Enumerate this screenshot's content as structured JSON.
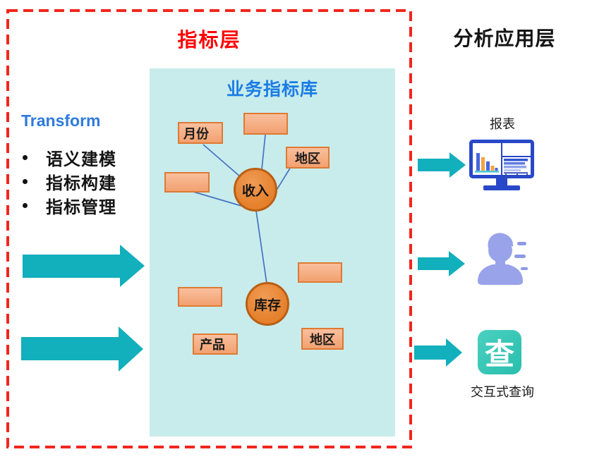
{
  "indicator_layer": {
    "title": "指标层"
  },
  "analysis_layer": {
    "title": "分析应用层"
  },
  "panel": {
    "title": "业务指标库"
  },
  "transform": {
    "heading": "Transform",
    "bullets": [
      "语义建模",
      "指标构建",
      "指标管理"
    ]
  },
  "graph": {
    "hubs": [
      {
        "label": "收入"
      },
      {
        "label": "库存"
      }
    ],
    "dims": [
      {
        "label": "月份"
      },
      {
        "label": ""
      },
      {
        "label": "地区"
      },
      {
        "label": ""
      },
      {
        "label": ""
      },
      {
        "label": ""
      },
      {
        "label": "产品"
      },
      {
        "label": "地区"
      }
    ]
  },
  "apps": {
    "report_label": "报表",
    "query_label": "交互式查询",
    "query_glyph": "查"
  },
  "colors": {
    "border_red": "#F2261C",
    "title_red": "#FF0000",
    "panel_cyan": "#C8ECEC",
    "heading_blue": "#1B7CE4",
    "arrow_teal": "#12AFBC",
    "node_orange": "#E8842F",
    "connector_blue": "#4472C4",
    "monitor_blue": "#2848C8",
    "person_periwinkle": "#98A3EA",
    "query_teal": "#2EC6B6"
  }
}
